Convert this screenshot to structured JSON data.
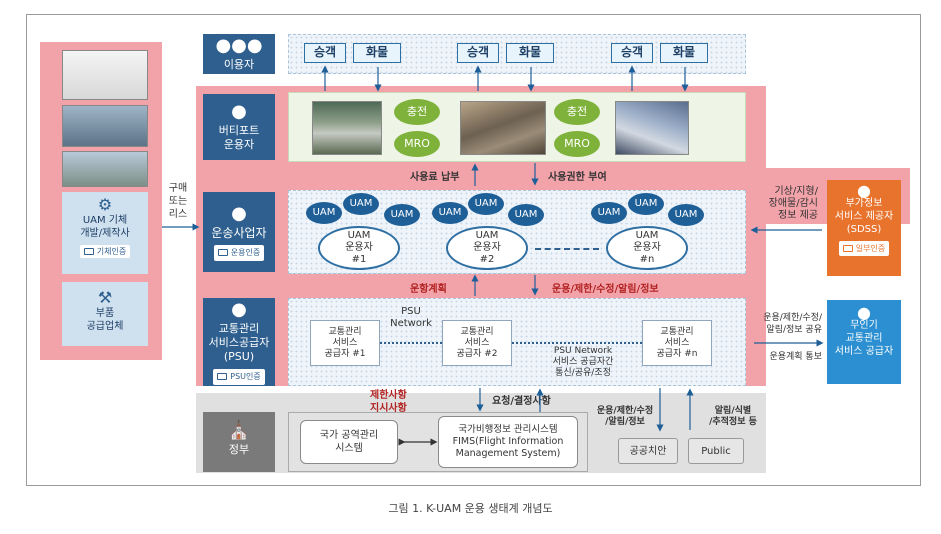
{
  "users": {
    "label": "이용자",
    "buttons": [
      "승객",
      "화물",
      "승객",
      "화물",
      "승객",
      "화물"
    ]
  },
  "vertiport": {
    "label_lines": [
      "버티포트",
      "운용자"
    ],
    "circles": [
      "충전",
      "MRO",
      "충전",
      "MRO"
    ]
  },
  "manufacturer": {
    "title_lines": [
      "UAM 기체",
      "개발/제작사"
    ],
    "cert": "기체인증",
    "parts_lines": [
      "부품",
      "공급업체"
    ]
  },
  "lease_label_lines": [
    "구매",
    "또는",
    "리스"
  ],
  "operator": {
    "label": "운송사업자",
    "cert": "운용인증",
    "uam_label": "UAM",
    "groups": [
      {
        "lines": [
          "UAM",
          "운용자",
          "#1"
        ]
      },
      {
        "lines": [
          "UAM",
          "운용자",
          "#2"
        ]
      },
      {
        "lines": [
          "UAM",
          "운용자",
          "#n"
        ]
      }
    ]
  },
  "flows": {
    "fee": "사용료 납부",
    "rights": "사용권한 부여",
    "plan": "운항계획",
    "ops_info": "운용/제한/수정/알림/정보",
    "restrict": "제한사항",
    "instruct": "지시사항",
    "request": "요청/결정사항"
  },
  "sdss": {
    "title_lines": [
      "부가정보",
      "서비스 제공자",
      "(SDSS)"
    ],
    "cert": "일부인증",
    "info_lines": [
      "기상/지형/",
      "장애물/감시",
      "정보 제공"
    ]
  },
  "psu": {
    "label_lines": [
      "교통관리",
      "서비스공급자",
      "(PSU)"
    ],
    "cert": "PSU인증",
    "network_lines": [
      "PSU",
      "Network"
    ],
    "boxes": [
      {
        "lines": [
          "교통관리",
          "서비스",
          "공급자 #1"
        ]
      },
      {
        "lines": [
          "교통관리",
          "서비스",
          "공급자 #2"
        ]
      },
      {
        "lines": [
          "교통관리",
          "서비스",
          "공급자 #n"
        ]
      }
    ],
    "network_caption_lines": [
      "PSU Network",
      "서비스 공급자간",
      "통신/공유/조정"
    ]
  },
  "drone": {
    "title_lines": [
      "무인기",
      "교통관리",
      "서비스 공급자"
    ],
    "info_lines": [
      "운용/제한/수정/",
      "알림/정보 공유"
    ],
    "plan_notice": "운용계획 통보"
  },
  "government": {
    "label": "정부",
    "airspace_lines": [
      "국가 공역관리",
      "시스템"
    ],
    "fims_lines": [
      "국가비행정보 관리시스템",
      "FIMS(Flight Information",
      "Management System)"
    ]
  },
  "public_flows": {
    "left_lines": [
      "운용/제한/수정",
      "/알림/정보"
    ],
    "right_lines": [
      "알림/식별",
      "/추적정보 등"
    ]
  },
  "public_boxes": [
    "공공치안",
    "Public"
  ],
  "caption": "그림 1. K-UAM 운용 생태계 개념도",
  "colors": {
    "pink": "#f2a3aa",
    "role_blue": "#2e5f8e",
    "sdss_orange": "#e8732d",
    "drone_blue": "#2b8fd1",
    "green_circle": "#7fb23a",
    "uam_blue": "#1f5f98"
  }
}
